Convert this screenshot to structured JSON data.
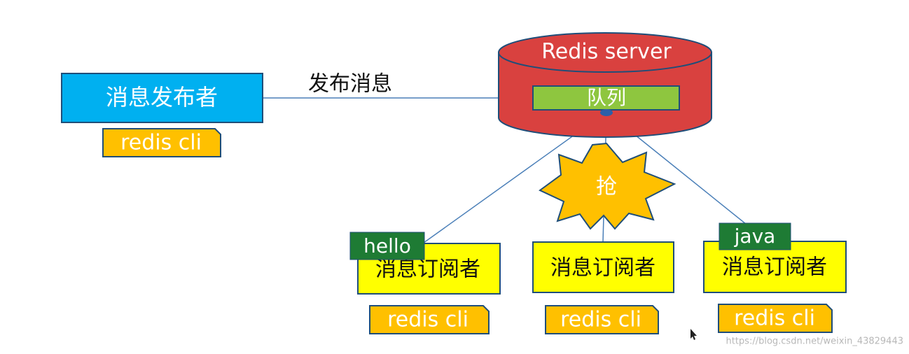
{
  "nodes": {
    "publisher": {
      "label": "消息发布者",
      "client": "redis cli"
    },
    "server": {
      "label": "Redis server",
      "queue": "队列"
    },
    "contention": {
      "label": "抢"
    },
    "subscribers": [
      {
        "label": "消息订阅者",
        "client": "redis cli",
        "message": "hello"
      },
      {
        "label": "消息订阅者",
        "client": "redis cli",
        "message": ""
      },
      {
        "label": "消息订阅者",
        "client": "redis cli",
        "message": "java"
      }
    ]
  },
  "edges": {
    "publish": {
      "label": "发布消息"
    }
  },
  "watermark": "https://blog.csdn.net/weixin_43829443",
  "colors": {
    "publisher_fill": "#00b0f0",
    "client_fill": "#ffc000",
    "server_fill": "#d9413f",
    "queue_fill": "#8ec63f",
    "subscriber_fill": "#ffff00",
    "message_fill": "#1e7b34",
    "burst_fill": "#ffc000",
    "box_stroke": "#1f4e79",
    "line": "#4a7fb8"
  }
}
